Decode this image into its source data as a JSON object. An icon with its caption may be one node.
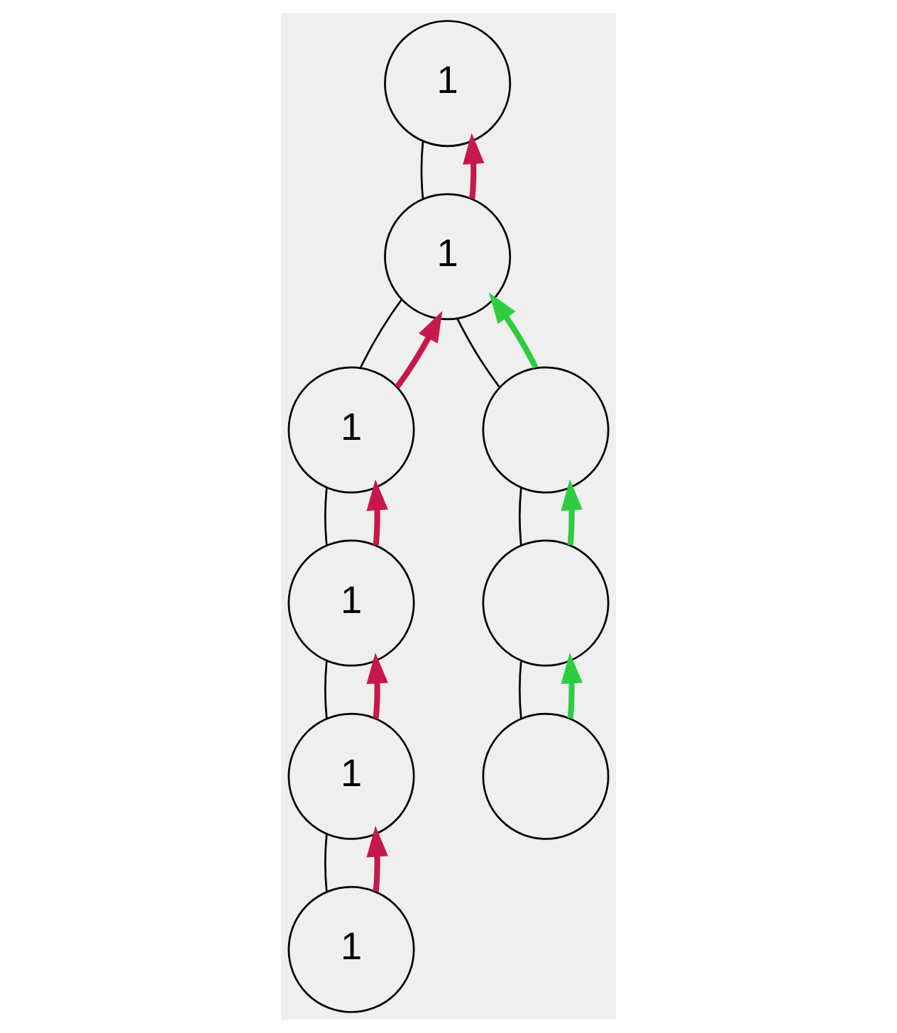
{
  "diagram": {
    "nodes": [
      {
        "text": [
          "1"
        ]
      },
      {
        "text": [
          "1"
        ]
      },
      {
        "text": [
          "1"
        ]
      },
      {
        "text": [],
        "shape": "circle"
      },
      {
        "text": [
          "1"
        ]
      },
      {
        "text": [],
        "shape": "circle"
      },
      {
        "text": [
          "1"
        ]
      },
      {
        "text": [],
        "shape": "circle"
      },
      {
        "text": [
          "1"
        ]
      }
    ],
    "edges": [
      {
        "from": 0,
        "to": 1,
        "arrow": "none"
      },
      {
        "from": 1,
        "to": 2,
        "arrow": "none"
      },
      {
        "from": 1,
        "to": 3,
        "arrow": "none"
      },
      {
        "from": 2,
        "to": 4,
        "arrow": "none"
      },
      {
        "from": 3,
        "to": 5,
        "arrow": "none"
      },
      {
        "from": 4,
        "to": 6,
        "arrow": "none"
      },
      {
        "from": 5,
        "to": 7,
        "arrow": "none"
      },
      {
        "from": 6,
        "to": 8,
        "arrow": "none"
      },
      {
        "from": 8,
        "to": 6,
        "arrow": "to",
        "style": "thick",
        "color": "#c8174b"
      },
      {
        "from": 6,
        "to": 4,
        "arrow": "to",
        "style": "thick",
        "color": "#c8174b"
      },
      {
        "from": 4,
        "to": 2,
        "arrow": "to",
        "style": "thick",
        "color": "#c8174b"
      },
      {
        "from": 2,
        "to": 1,
        "arrow": "to",
        "style": "thick",
        "color": "#c8174b"
      },
      {
        "from": 1,
        "to": 0,
        "arrow": "to",
        "style": "thick",
        "color": "#c8174b"
      },
      {
        "from": 7,
        "to": 5,
        "arrow": "to",
        "style": "thick",
        "color": "#2ecc40"
      },
      {
        "from": 5,
        "to": 3,
        "arrow": "to",
        "style": "thick",
        "color": "#2ecc40"
      },
      {
        "from": 3,
        "to": 1,
        "arrow": "to",
        "style": "thick",
        "color": "#2ecc40"
      }
    ]
  }
}
